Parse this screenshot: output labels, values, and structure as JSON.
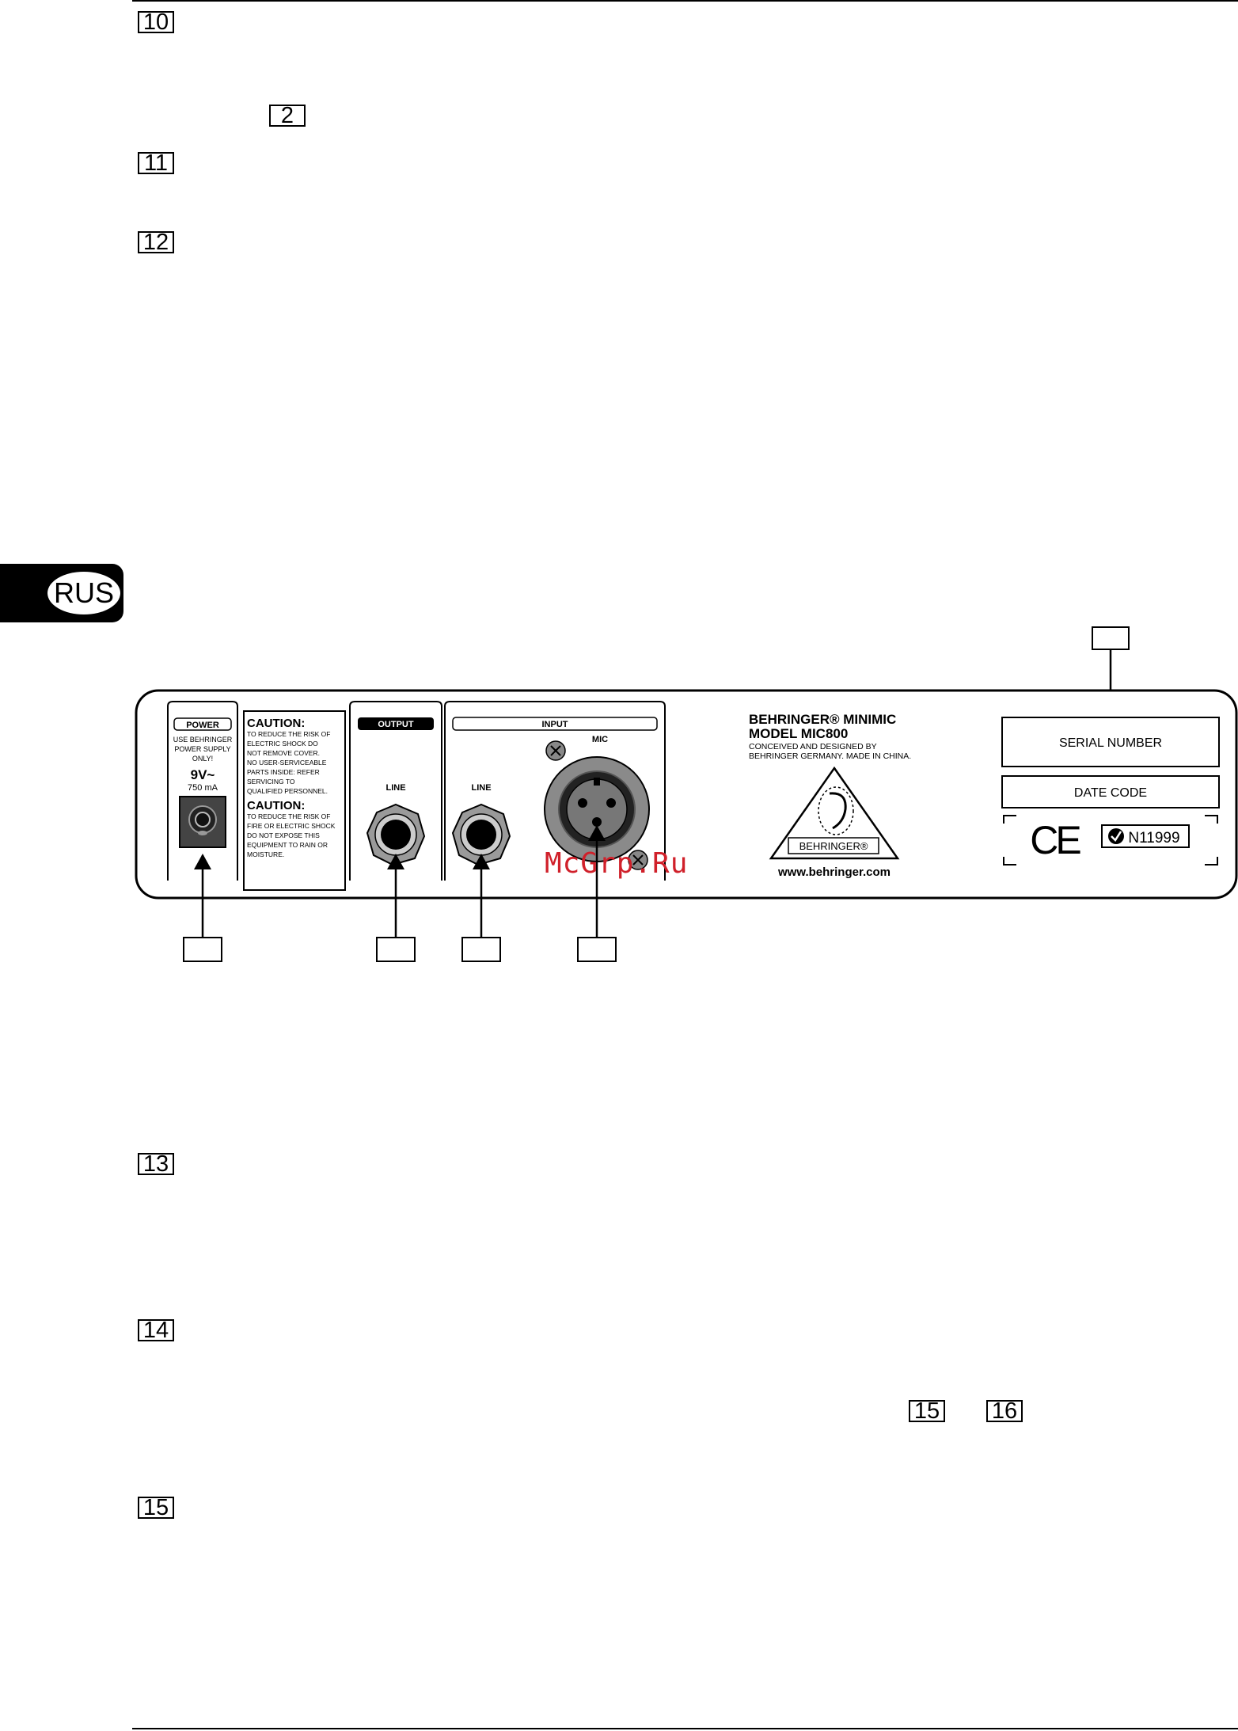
{
  "page": {
    "section_markers_top": [
      "10",
      "2",
      "11",
      "12"
    ],
    "section_markers_bottom": [
      "13",
      "14",
      "15",
      "16",
      "15"
    ],
    "language_tab": "RUS",
    "watermark": "McGrp.Ru"
  },
  "device": {
    "power": {
      "header": "POWER",
      "note_lines": [
        "USE BEHRINGER",
        "POWER SUPPLY",
        "ONLY!"
      ],
      "voltage": "9V~",
      "current": "750 mA"
    },
    "caution1": {
      "title": "CAUTION:",
      "lines": [
        "TO REDUCE THE RISK OF",
        "ELECTRIC SHOCK DO",
        "NOT REMOVE COVER.",
        "NO USER-SERVICEABLE",
        "PARTS INSIDE: REFER",
        "SERVICING TO",
        "QUALIFIED PERSONNEL."
      ]
    },
    "caution2": {
      "title": "CAUTION:",
      "lines": [
        "TO REDUCE THE RISK OF",
        "FIRE OR ELECTRIC SHOCK",
        "DO NOT EXPOSE THIS",
        "EQUIPMENT TO RAIN OR",
        "MOISTURE."
      ]
    },
    "output": {
      "header": "OUTPUT",
      "jack_label": "LINE"
    },
    "input": {
      "header": "INPUT",
      "line_label": "LINE",
      "mic_label": "MIC"
    },
    "brand": {
      "line1": "BEHRINGER® MINIMIC",
      "line2": "MODEL MIC800",
      "line3": "CONCEIVED AND DESIGNED BY",
      "line4": "BEHRINGER GERMANY. MADE IN CHINA.",
      "logo_text": "BEHRINGER®",
      "website": "www.behringer.com"
    },
    "serial_label": "SERIAL NUMBER",
    "date_label": "DATE CODE",
    "ce_mark": "CE",
    "cert_code": "N11999"
  }
}
